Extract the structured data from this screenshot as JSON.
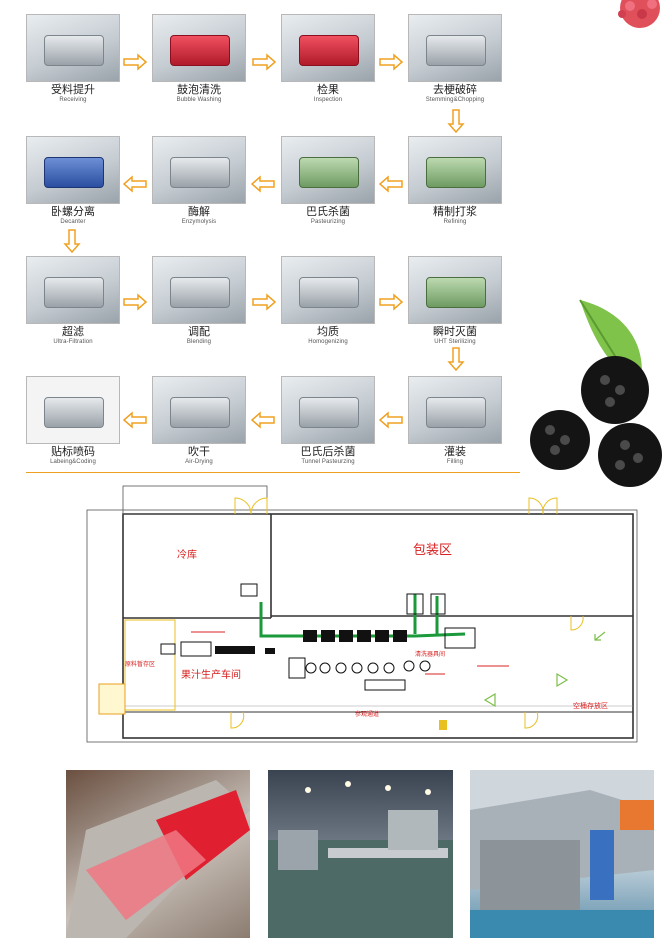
{
  "process_rows": [
    [
      {
        "cn": "受料提升",
        "en": "Receiving"
      },
      {
        "cn": "鼓泡清洗",
        "en": "Bubble Washing"
      },
      {
        "cn": "检果",
        "en": "Inspection"
      },
      {
        "cn": "去梗破碎",
        "en": "Stemming&Chopping"
      }
    ],
    [
      {
        "cn": "卧螺分离",
        "en": "Decanter"
      },
      {
        "cn": "酶解",
        "en": "Enzymolysis"
      },
      {
        "cn": "巴氏杀菌",
        "en": "Pasteurizing"
      },
      {
        "cn": "精制打浆",
        "en": "Refining"
      }
    ],
    [
      {
        "cn": "超滤",
        "en": "Ultra-Filtration"
      },
      {
        "cn": "调配",
        "en": "Blending"
      },
      {
        "cn": "均质",
        "en": "Homogenizing"
      },
      {
        "cn": "瞬时灭菌",
        "en": "UHT Sterilizing"
      }
    ],
    [
      {
        "cn": "贴标喷码",
        "en": "Labeing&Coding"
      },
      {
        "cn": "吹干",
        "en": "Air-Drying"
      },
      {
        "cn": "巴氏后杀菌",
        "en": "Tunnel Pasteurzing"
      },
      {
        "cn": "灌装",
        "en": "Filling"
      }
    ]
  ],
  "floor_plan": {
    "cold_storage": "冷库",
    "packaging_area": "包装区",
    "juice_workshop": "果汁生产车间",
    "raw_material_area": "原料暂存区",
    "cip_room": "清洗器具间",
    "corridor": "参观通道",
    "empty_bottle_area": "空桶存放区"
  },
  "colors": {
    "accent": "#f0a020",
    "plan_red": "#d82020",
    "plan_green": "#1a9a3a"
  }
}
